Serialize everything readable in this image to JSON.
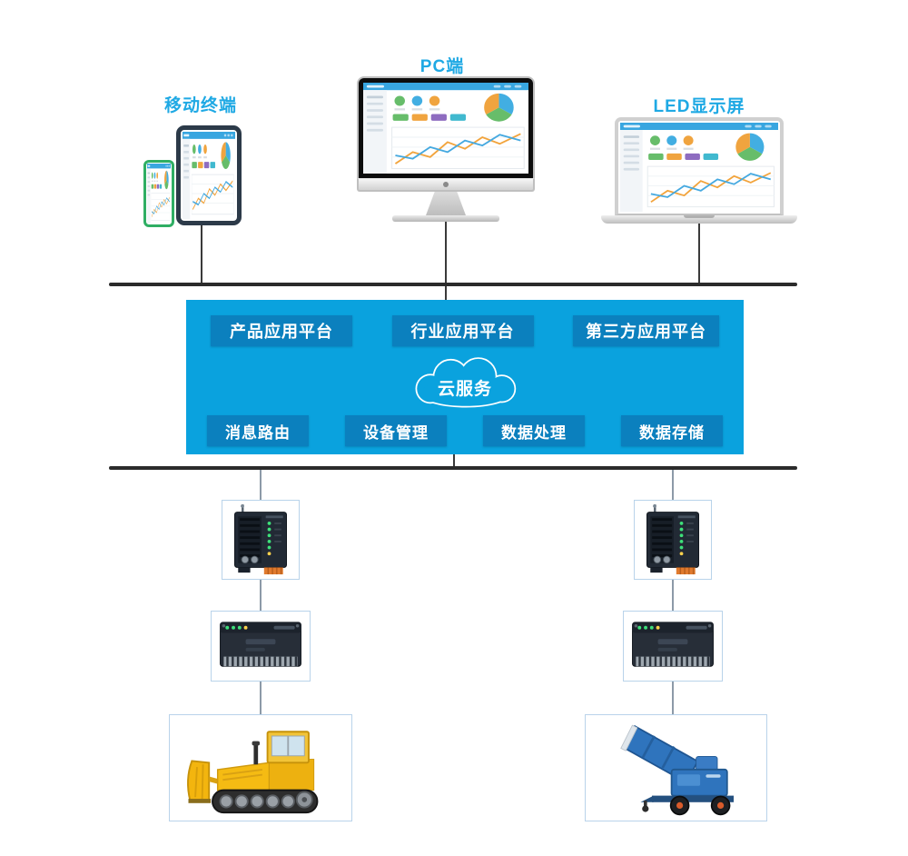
{
  "labels": {
    "mobile": "移动终端",
    "pc": "PC端",
    "led": "LED显示屏"
  },
  "platform": {
    "apps": [
      "产品应用平台",
      "行业应用平台",
      "第三方应用平台"
    ],
    "cloud": "云服务",
    "services": [
      "消息路由",
      "设备管理",
      "数据处理",
      "数据存储"
    ]
  },
  "illustrations": {
    "mobile": "tablet-and-phone-with-dashboard",
    "pc": "imac-with-dashboard",
    "led": "laptop-with-dashboard",
    "left_chain": [
      "industrial-gateway",
      "plc-controller",
      "bulldozer"
    ],
    "right_chain": [
      "industrial-gateway",
      "plc-controller",
      "fog-cannon-machine"
    ]
  },
  "colors": {
    "platform_bg": "#0aa2de",
    "button_bg": "#0b80be",
    "label_color": "#1fa9e4",
    "bus_line": "#2b2b2b",
    "device_line": "#3a3a3a",
    "chain_line": "#8c9aa8",
    "box_border": "#b9d3ea"
  }
}
